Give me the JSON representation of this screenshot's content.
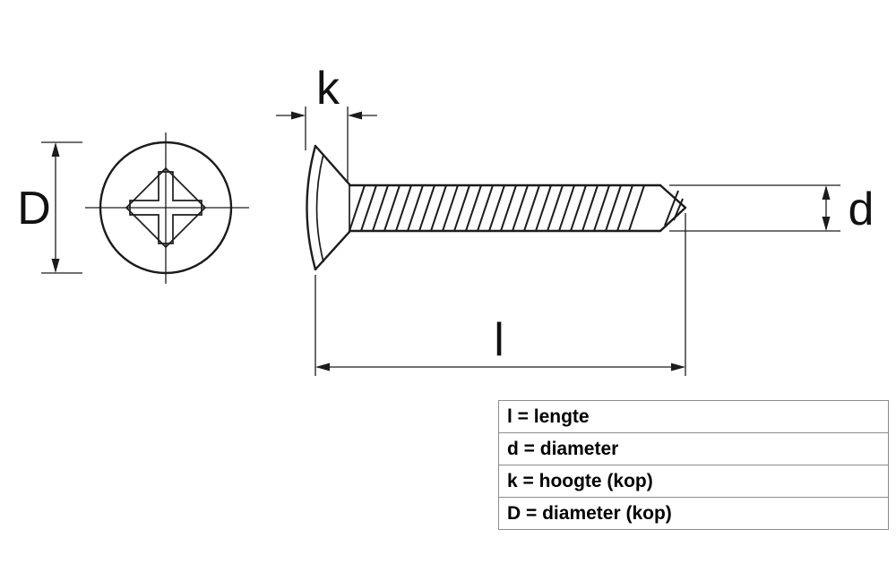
{
  "page": {
    "background": "#ffffff",
    "line_color": "#1c1c1c"
  },
  "diagram": {
    "type": "technical-drawing",
    "subject": "screw-dimension-diagram",
    "labels": {
      "head_diameter": "D",
      "head_height": "k",
      "shaft_diameter": "d",
      "length": "l"
    },
    "legend": {
      "rows": [
        "l = lengte",
        "d = diameter",
        "k = hoogte (kop)",
        "D = diameter (kop)"
      ]
    }
  }
}
